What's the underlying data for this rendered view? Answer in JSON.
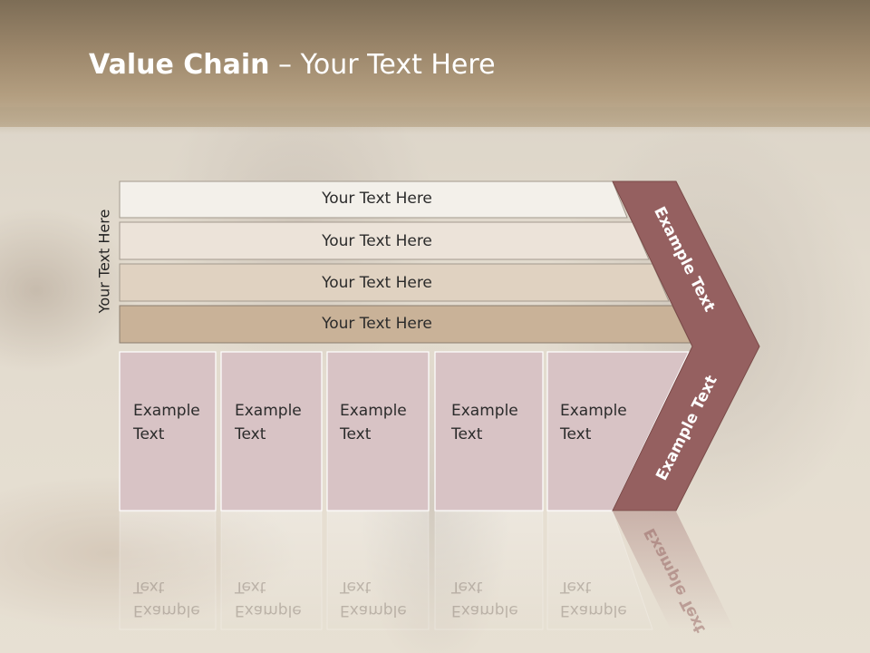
{
  "title": {
    "bold": "Value Chain",
    "rest": " – Your Text Here"
  },
  "vertical_label": "Your Text Here",
  "rows": [
    {
      "label": "Your Text Here"
    },
    {
      "label": "Your Text Here"
    },
    {
      "label": "Your Text Here"
    },
    {
      "label": "Your Text Here"
    }
  ],
  "boxes": [
    {
      "line1": "Example",
      "line2": "Text"
    },
    {
      "line1": "Example",
      "line2": "Text"
    },
    {
      "line1": "Example",
      "line2": "Text"
    },
    {
      "line1": "Example",
      "line2": "Text"
    },
    {
      "line1": "Example",
      "line2": "Text"
    }
  ],
  "chevron": {
    "upper_label": "Example Text",
    "lower_label": "Example Text"
  },
  "colors": {
    "row_fills": [
      "#f3f0ea",
      "#ece3d9",
      "#e0d2c1",
      "#c9b298"
    ],
    "box_fill": "#d8c3c5",
    "chevron_fill": "#956060",
    "title_text": "#ffffff",
    "header_band": "#9c876b"
  }
}
